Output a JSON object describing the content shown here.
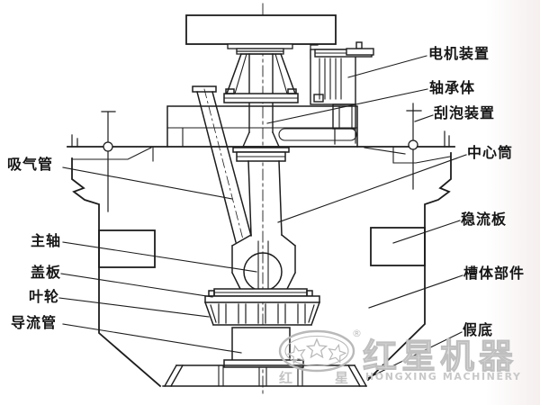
{
  "meta": {
    "background": "#ffffff",
    "line_color": "#1d1d1d",
    "label_color": "#161616",
    "watermark_color": "#c6c6c6",
    "diagram_subject": "flotation machine sectional diagram"
  },
  "labels": {
    "left": [
      {
        "id": "suction-pipe",
        "text": "吸气管"
      },
      {
        "id": "main-shaft",
        "text": "主轴"
      },
      {
        "id": "cover-plate",
        "text": "盖板"
      },
      {
        "id": "impeller",
        "text": "叶轮"
      },
      {
        "id": "guide-pipe",
        "text": "导流管"
      }
    ],
    "right": [
      {
        "id": "motor-unit",
        "text": "电机装置"
      },
      {
        "id": "bearing-body",
        "text": "轴承体"
      },
      {
        "id": "foam-scraper",
        "text": "刮泡装置"
      },
      {
        "id": "center-tube",
        "text": "中心筒"
      },
      {
        "id": "stabilizer-plate",
        "text": "稳流板"
      },
      {
        "id": "tank-body",
        "text": "槽体部件"
      },
      {
        "id": "false-bottom",
        "text": "假底"
      }
    ]
  },
  "watermark": {
    "brand_cn": "红星机器",
    "brand_en": "HONGXING MACHINERY",
    "registered_mark": "®",
    "small_chars": [
      "红",
      "星"
    ]
  }
}
